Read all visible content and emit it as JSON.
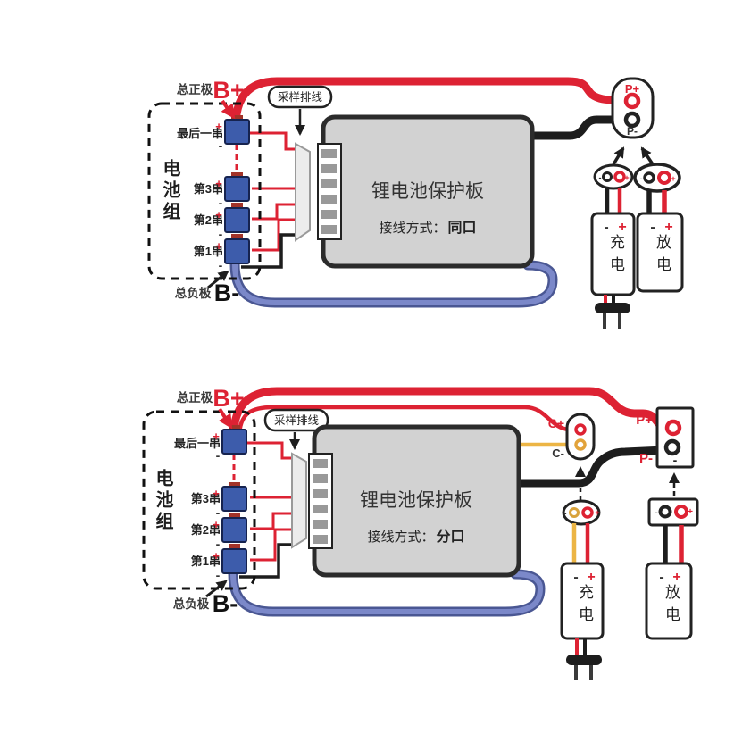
{
  "colors": {
    "red": "#dd2233",
    "black": "#1d1d1d",
    "cell_blue": "#3d5cab",
    "wire_blue": "#6b79c0",
    "wire_blue_dark": "#4a5793",
    "yellow": "#ecb545",
    "board_gray": "#d2d2d2"
  },
  "top": {
    "total_positive": "总正极",
    "b_plus": "B+",
    "battery_pack": "电池组",
    "cells": [
      "最后一串",
      "第3串",
      "第2串",
      "第1串"
    ],
    "total_negative": "总负极",
    "b_minus": "B-",
    "sampling_cable": "采样排线",
    "board_title": "锂电池保护板",
    "wiring_prefix": "接线方式：",
    "wiring_mode": "同口",
    "p_plus": "P+",
    "p_minus": "P-",
    "charge": "充电",
    "discharge": "放电",
    "plus": "+",
    "minus": "-"
  },
  "bottom": {
    "total_positive": "总正极",
    "b_plus": "B+",
    "battery_pack": "电池组",
    "cells": [
      "最后一串",
      "第3串",
      "第2串",
      "第1串"
    ],
    "total_negative": "总负极",
    "b_minus": "B-",
    "sampling_cable": "采样排线",
    "board_title": "锂电池保护板",
    "wiring_prefix": "接线方式：",
    "wiring_mode": "分口",
    "c_plus": "C+",
    "c_minus": "C-",
    "p_plus": "P+",
    "p_minus": "P-",
    "charge": "充电",
    "discharge": "放电",
    "plus": "+",
    "minus": "-"
  }
}
